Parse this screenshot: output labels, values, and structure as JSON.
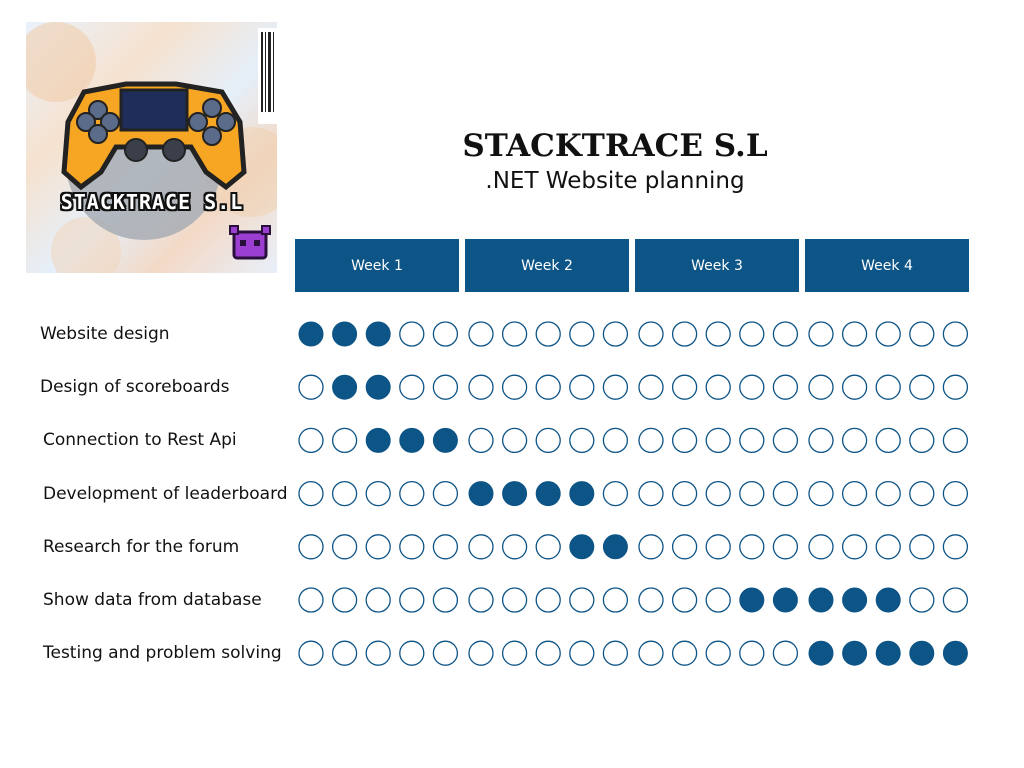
{
  "logo": {
    "text": "STACKTRACE S.L",
    "icons": [
      "gamepad-icon",
      "space-invader-icon",
      "barcode-icon"
    ]
  },
  "header": {
    "title": "STACKTRACE S.L",
    "subtitle": ".NET Website planning"
  },
  "colors": {
    "accent": "#0d5487",
    "filled": "#0d5487",
    "empty_stroke": "#0d5487"
  },
  "chart_data": {
    "type": "table",
    "weeks": [
      "Week 1",
      "Week 2",
      "Week 3",
      "Week 4"
    ],
    "slots_per_week": 5,
    "tasks": [
      {
        "name": "Website design",
        "filled": [
          0,
          1,
          2
        ]
      },
      {
        "name": "Design of scoreboards",
        "filled": [
          1,
          2
        ]
      },
      {
        "name": "Connection to Rest Api",
        "filled": [
          2,
          3,
          4
        ]
      },
      {
        "name": "Development of leaderboard",
        "filled": [
          5,
          6,
          7,
          8
        ]
      },
      {
        "name": "Research for the forum",
        "filled": [
          8,
          9
        ]
      },
      {
        "name": "Show data from database",
        "filled": [
          13,
          14,
          15,
          16,
          17
        ]
      },
      {
        "name": "Testing and problem solving",
        "filled": [
          15,
          16,
          17,
          18,
          19
        ]
      }
    ]
  }
}
